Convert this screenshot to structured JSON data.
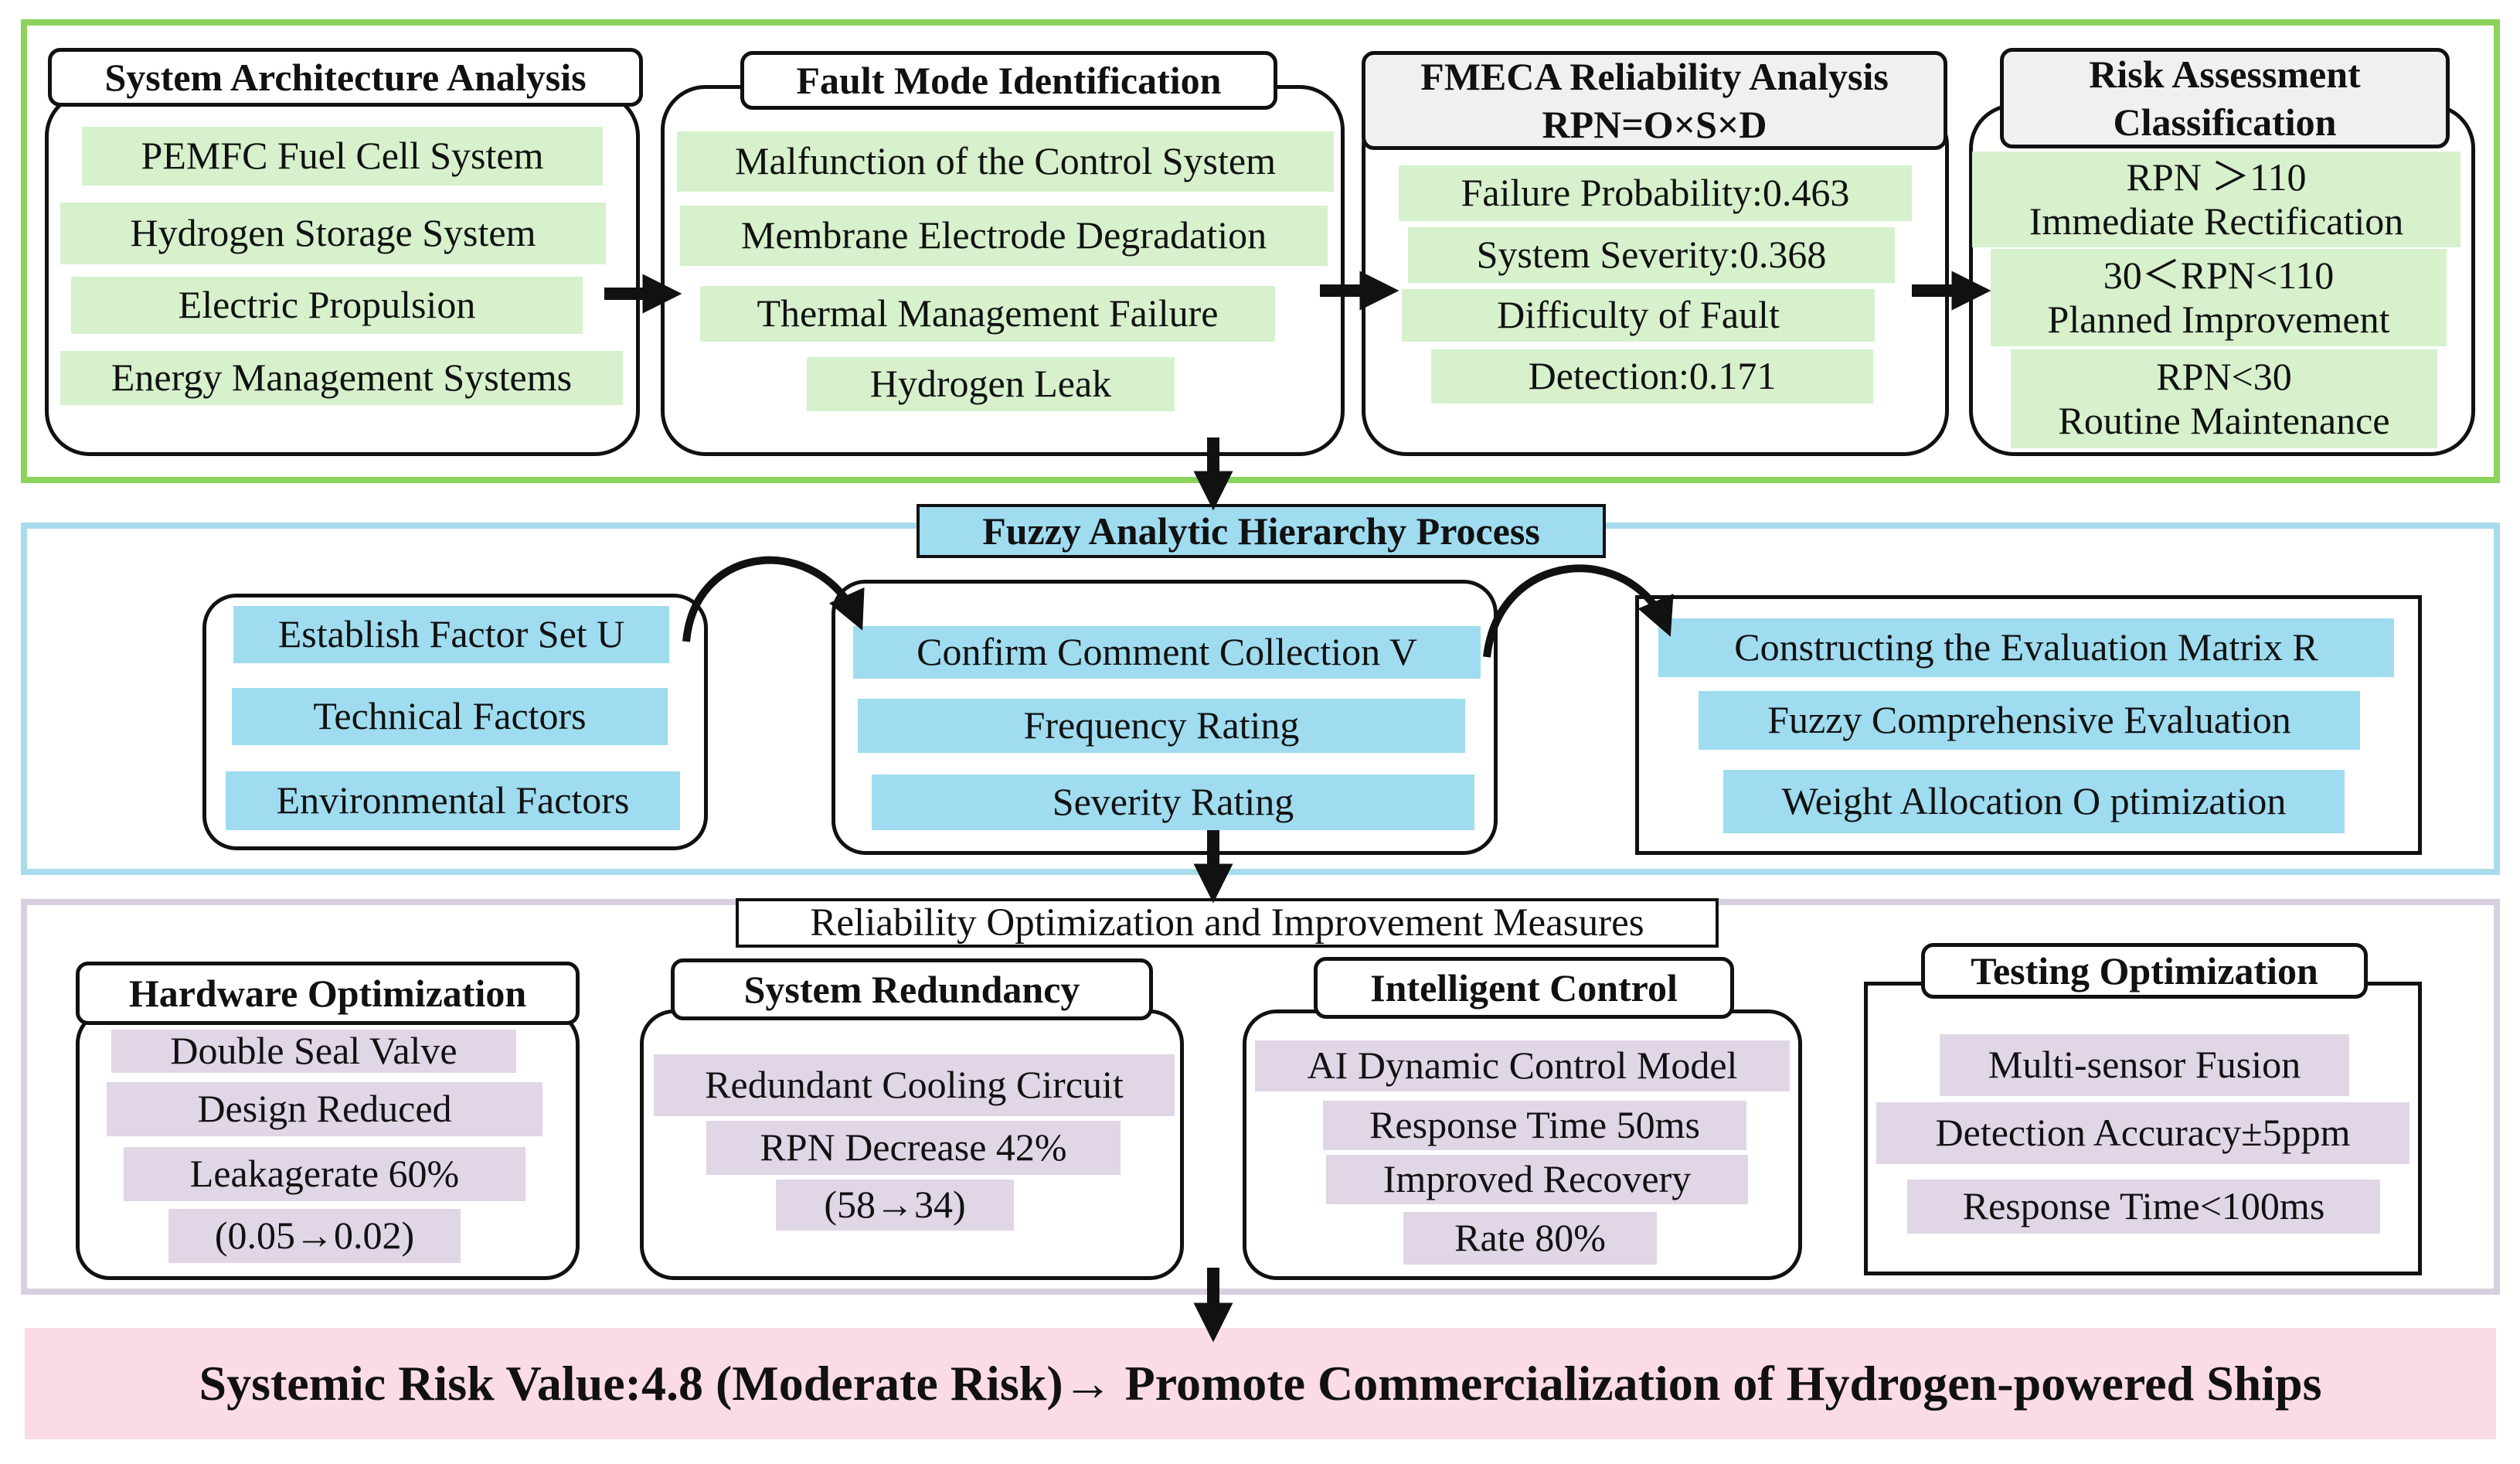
{
  "stage1": {
    "system_architecture": {
      "title": "System Architecture Analysis",
      "items": [
        "PEMFC Fuel Cell System",
        "Hydrogen Storage System",
        "Electric Propulsion",
        "Energy Management Systems"
      ]
    },
    "fault_mode": {
      "title": "Fault Mode Identification",
      "items": [
        "Malfunction of the Control System",
        "Membrane Electrode Degradation",
        "Thermal Management Failure",
        "Hydrogen Leak"
      ]
    },
    "fmeca": {
      "title_line1": "FMECA Reliability Analysis",
      "title_line2": "RPN=O×S×D",
      "items": [
        "Failure Probability:0.463",
        "System Severity:0.368",
        "Difficulty of Fault",
        "Detection:0.171"
      ]
    },
    "risk_assessment": {
      "title_line1": "Risk Assessment",
      "title_line2": "Classification",
      "levels": [
        {
          "line1": "RPN ＞110",
          "line2": "Immediate Rectification"
        },
        {
          "line1": "30＜RPN<110",
          "line2": "Planned Improvement"
        },
        {
          "line1": "RPN<30",
          "line2": "Routine Maintenance"
        }
      ]
    }
  },
  "stage2": {
    "title": "Fuzzy Analytic Hierarchy Process",
    "factor_set": {
      "items": [
        "Establish Factor Set U",
        "Technical Factors",
        "Environmental Factors"
      ]
    },
    "comment_collection": {
      "items": [
        "Confirm Comment Collection V",
        "Frequency Rating",
        "Severity Rating"
      ]
    },
    "evaluation_matrix": {
      "items": [
        "Constructing the Evaluation Matrix R",
        "Fuzzy Comprehensive Evaluation",
        "Weight Allocation O ptimization"
      ]
    }
  },
  "stage3": {
    "title": "Reliability Optimization and Improvement Measures",
    "hardware": {
      "title": "Hardware Optimization",
      "items": [
        "Double Seal Valve",
        "Design Reduced",
        "Leakagerate 60%",
        "(0.05→0.02)"
      ]
    },
    "redundancy": {
      "title": "System Redundancy",
      "items": [
        "Redundant Cooling Circuit",
        "RPN Decrease 42%",
        "(58→34)"
      ]
    },
    "intelligent": {
      "title": "Intelligent Control",
      "items": [
        "AI Dynamic Control Model",
        "Response Time 50ms",
        "Improved Recovery",
        "Rate 80%"
      ]
    },
    "testing": {
      "title": "Testing Optimization",
      "items": [
        "Multi-sensor Fusion",
        "Detection Accuracy±5ppm",
        "Response Time<100ms"
      ]
    }
  },
  "conclusion": "Systemic Risk Value:4.8 (Moderate Risk)→ Promote Commercialization of Hydrogen-powered Ships",
  "colors": {
    "stage1_border": "#8bd35a",
    "stage2_border": "#a9dceb",
    "stage3_border": "#d8cfe0",
    "green_chip": "#d6f1cc",
    "blue_chip": "#9fdcf0",
    "purple_chip": "#e0d6e6",
    "banner": "#fadbe6"
  }
}
